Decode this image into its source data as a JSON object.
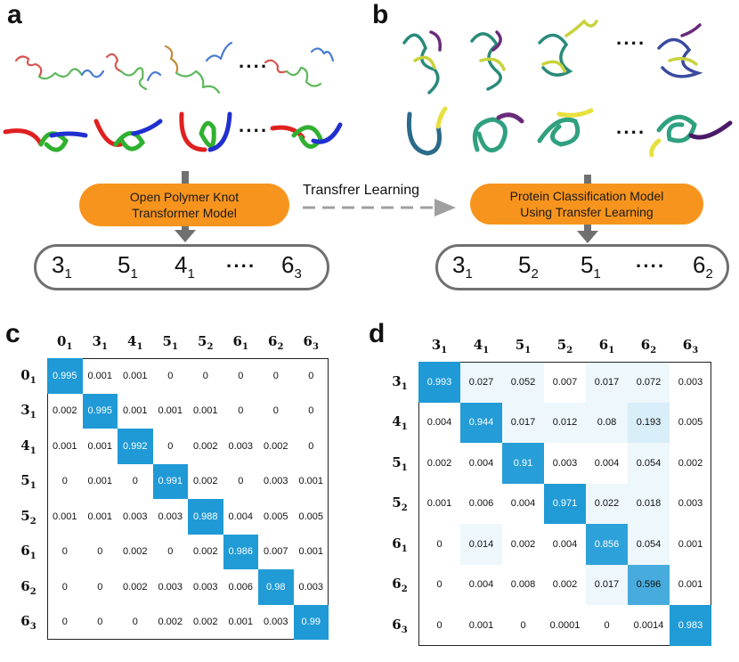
{
  "panels": {
    "a": "a",
    "b": "b",
    "c": "c",
    "d": "d"
  },
  "panel_a": {
    "model_line1": "Open Polymer Knot",
    "model_line2": "Transformer Model",
    "dots": "····",
    "outputs": [
      {
        "base": "3",
        "sub": "1"
      },
      {
        "base": "5",
        "sub": "1"
      },
      {
        "base": "4",
        "sub": "1"
      },
      {
        "base": "6",
        "sub": "3"
      }
    ]
  },
  "panel_b": {
    "model_line1": "Protein Classification Model",
    "model_line2": "Using Transfer Learning",
    "dots": "····",
    "outputs": [
      {
        "base": "3",
        "sub": "1"
      },
      {
        "base": "5",
        "sub": "2"
      },
      {
        "base": "5",
        "sub": "1"
      },
      {
        "base": "6",
        "sub": "2"
      }
    ]
  },
  "transfer_label": "Transfrer Learning",
  "colors": {
    "accent_orange": "#f7941d",
    "diag_blue": "#1e9ad6",
    "arrow_gray": "#707070"
  },
  "matrix_c": {
    "labels": [
      [
        "0",
        "1"
      ],
      [
        "3",
        "1"
      ],
      [
        "4",
        "1"
      ],
      [
        "5",
        "1"
      ],
      [
        "5",
        "2"
      ],
      [
        "6",
        "1"
      ],
      [
        "6",
        "2"
      ],
      [
        "6",
        "3"
      ]
    ],
    "rows": [
      [
        "0.995",
        "0.001",
        "0.001",
        "0",
        "0",
        "0",
        "0",
        "0"
      ],
      [
        "0.002",
        "0.995",
        "0.001",
        "0.001",
        "0.001",
        "0",
        "0",
        "0"
      ],
      [
        "0.001",
        "0.001",
        "0.992",
        "0",
        "0.002",
        "0.003",
        "0.002",
        "0"
      ],
      [
        "0",
        "0.001",
        "0",
        "0.991",
        "0.002",
        "0",
        "0.003",
        "0.001"
      ],
      [
        "0.001",
        "0.001",
        "0.003",
        "0.003",
        "0.988",
        "0.004",
        "0.005",
        "0.005"
      ],
      [
        "0",
        "0",
        "0.002",
        "0",
        "0.002",
        "0.986",
        "0.007",
        "0.001"
      ],
      [
        "0",
        "0",
        "0.002",
        "0.003",
        "0.003",
        "0.006",
        "0.98",
        "0.003"
      ],
      [
        "0",
        "0",
        "0",
        "0.002",
        "0.002",
        "0.001",
        "0.003",
        "0.99"
      ]
    ]
  },
  "matrix_d": {
    "labels": [
      [
        "3",
        "1"
      ],
      [
        "4",
        "1"
      ],
      [
        "5",
        "1"
      ],
      [
        "5",
        "2"
      ],
      [
        "6",
        "1"
      ],
      [
        "6",
        "2"
      ],
      [
        "6",
        "3"
      ]
    ],
    "rows": [
      [
        "0.993",
        "0.027",
        "0.052",
        "0.007",
        "0.017",
        "0.072",
        "0.003"
      ],
      [
        "0.004",
        "0.944",
        "0.017",
        "0.012",
        "0.08",
        "0.193",
        "0.005"
      ],
      [
        "0.002",
        "0.004",
        "0.91",
        "0.003",
        "0.004",
        "0.054",
        "0.002"
      ],
      [
        "0.001",
        "0.006",
        "0.004",
        "0.971",
        "0.022",
        "0.018",
        "0.003"
      ],
      [
        "0",
        "0.014",
        "0.002",
        "0.004",
        "0.856",
        "0.054",
        "0.001"
      ],
      [
        "0",
        "0.004",
        "0.008",
        "0.002",
        "0.017",
        "0.596",
        "0.001"
      ],
      [
        "0",
        "0.001",
        "0",
        "0.0001",
        "0",
        "0.0014",
        "0.983"
      ]
    ]
  }
}
